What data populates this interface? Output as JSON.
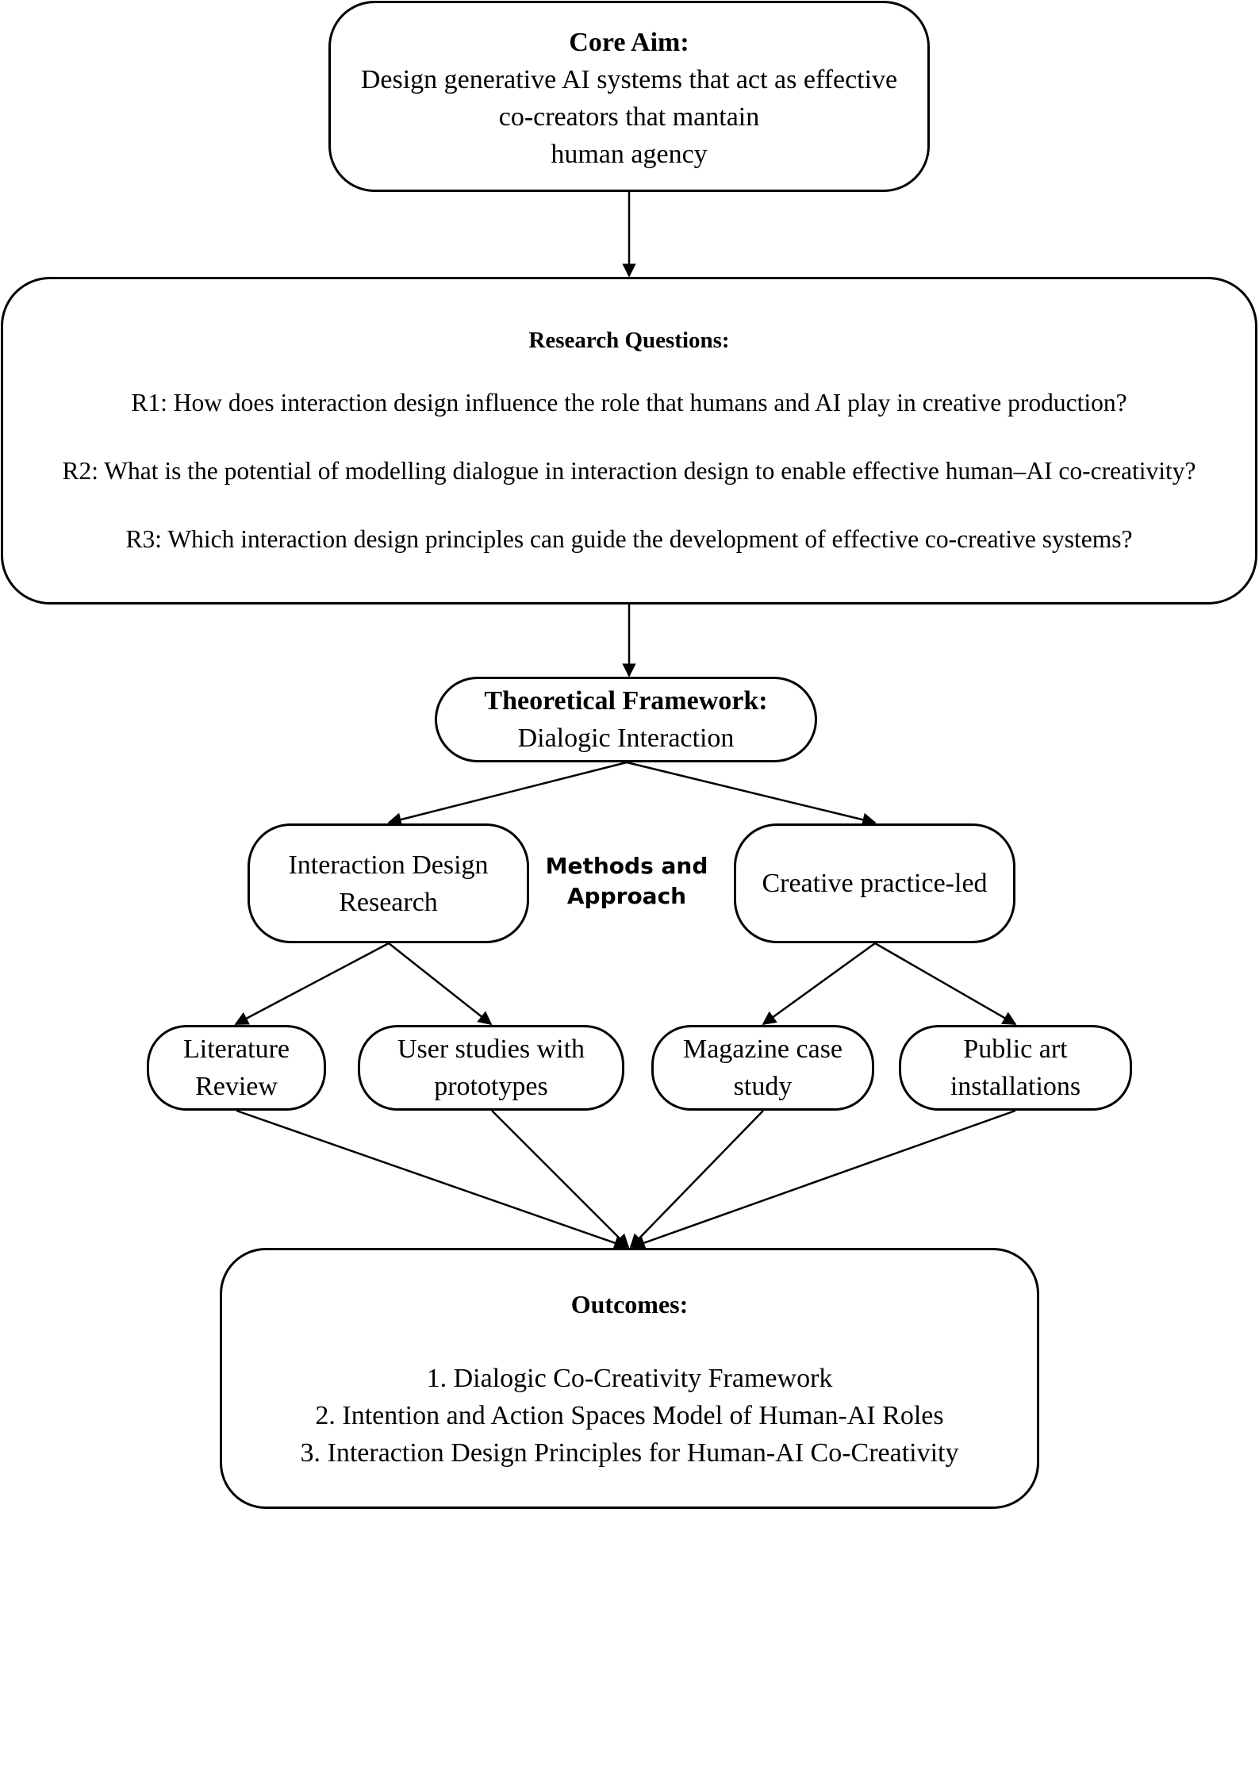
{
  "core_aim": {
    "title": "Core Aim:",
    "lines": [
      "Design generative AI systems that act as effective",
      "co-creators that mantain",
      "human agency"
    ]
  },
  "research_questions": {
    "title": "Research Questions:",
    "r1": "R1: How does interaction design influence the role that humans and AI play in creative production?",
    "r2": "R2: What is the potential of modelling dialogue in interaction design to enable effective human–AI co-creativity?",
    "r3": "R3: Which interaction design principles can guide the development of effective co-creative systems?"
  },
  "theoretical_framework": {
    "title": "Theoretical Framework:",
    "subtitle": "Dialogic Interaction"
  },
  "methods_label": {
    "line1": "Methods and",
    "line2": "Approach"
  },
  "interaction_design_research": {
    "line1": "Interaction Design",
    "line2": "Research"
  },
  "creative_practice": {
    "label": "Creative practice-led"
  },
  "literature_review": {
    "line1": "Literature",
    "line2": "Review"
  },
  "user_studies": {
    "line1": "User studies with",
    "line2": "prototypes"
  },
  "magazine_case": {
    "line1": "Magazine case",
    "line2": "study"
  },
  "public_art": {
    "line1": "Public art",
    "line2": "installations"
  },
  "outcomes": {
    "title": "Outcomes:",
    "items": [
      "1. Dialogic Co-Creativity Framework",
      "2. Intention and Action Spaces Model of Human-AI Roles",
      "3. Interaction Design Principles for Human-AI Co-Creativity"
    ]
  }
}
